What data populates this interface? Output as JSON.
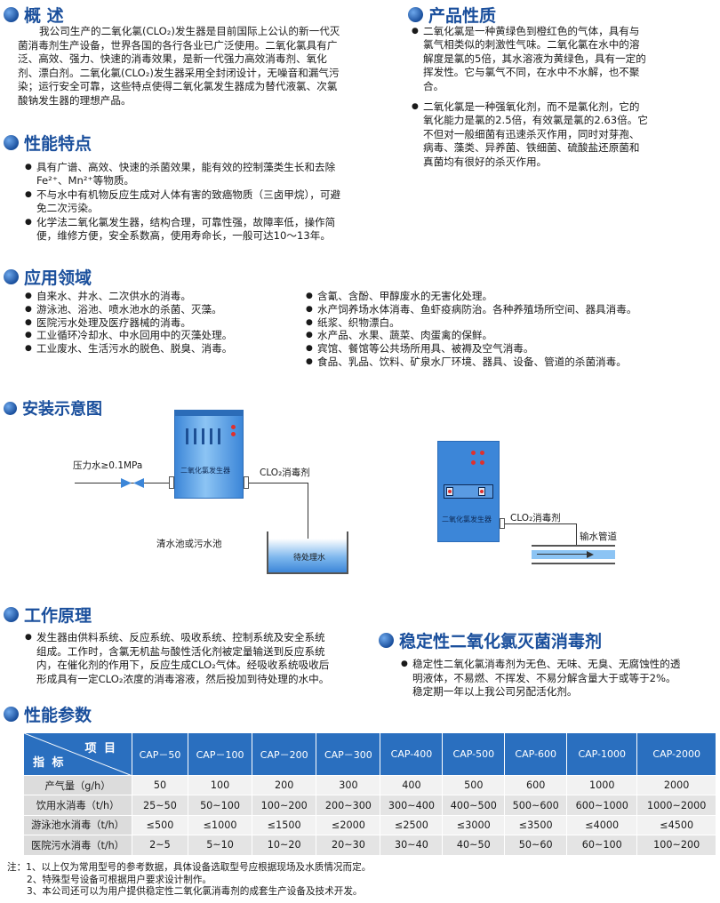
{
  "overview": {
    "title": "概 述",
    "text_lines": [
      "我公司生产的二氧化氯(CLO₂)发生器是目前国际上公认的新一代灭",
      "菌消毒剂生产设备，世界各国的各行各业已广泛使用。二氧化氯具有广",
      "泛、高效、强力、快速的消毒效果，是新一代强力高效消毒剂、氧化",
      "剂、漂白剂。二氧化氯(CLO₂)发生器采用全封闭设计，无噪音和漏气污",
      "染；运行安全可靠，这些特点使得二氧化氯发生器成为替代液氯、次氯",
      "酸钠发生器的理想产品。"
    ]
  },
  "features": {
    "title": "性能特点",
    "items": [
      [
        "具有广谱、高效、快速的杀菌效果，能有效的控制藻类生长和去除",
        "Fe²⁺、Mn²⁺等物质。"
      ],
      [
        "不与水中有机物反应生成对人体有害的致癌物质（三卤甲烷），可避",
        "免二次污染。"
      ],
      [
        "化学法二氧化氯发生器，结构合理，可靠性强，故障率低，操作简",
        "便，维修方便，安全系数高，使用寿命长，一般可达10～13年。"
      ]
    ]
  },
  "properties": {
    "title": "产品性质",
    "items": [
      [
        "二氧化氯是一种黄绿色到橙红色的气体，具有与",
        "氯气相类似的刺激性气味。二氧化氯在水中的溶",
        "解度是氯的5倍，其水溶液为黄绿色，具有一定的",
        "挥发性。它与氯气不同，在水中不水解，也不聚",
        "合。"
      ],
      [
        "二氧化氯是一种强氧化剂，而不是氯化剂，它的",
        "氧化能力是氯的2.5倍，有效氯是氯的2.63倍。它",
        "不但对一般细菌有迅速杀灭作用，同时对芽孢、",
        "病毒、藻类、异养菌、铁细菌、硫酸盐还原菌和",
        "真菌均有很好的杀灭作用。"
      ]
    ]
  },
  "applications": {
    "title": "应用领域",
    "left": [
      "自来水、井水、二次供水的消毒。",
      "游泳池、浴池、喷水池水的杀菌、灭藻。",
      "医院污水处理及医疗器械的消毒。",
      "工业循环冷却水、中水回用中的灭藻处理。",
      "工业废水、生活污水的脱色、脱臭、消毒。"
    ],
    "right": [
      "含氰、含酚、甲醇废水的无害化处理。",
      "水产饲养场水体消毒、鱼虾疫病防治。各种养殖场所空间、器具消毒。",
      "纸浆、织物漂白。",
      "水产品、水果、蔬菜、肉蛋禽的保鲜。",
      "宾馆、餐馆等公共场所用具、被褥及空气消毒。",
      "食品、乳品、饮料、矿泉水厂环境、器具、设备、管道的杀菌消毒。"
    ]
  },
  "install": {
    "title": "安装示意图",
    "pressure_label": "压力水≥0.1MPa",
    "generator_label": "二氧化氯发生器",
    "outlet_label": "CLO₂消毒剂",
    "pool_label": "清水池或污水池",
    "water_label": "待处理水",
    "generator2_label": "二氧化氯发生器",
    "outlet2_label": "CLO₂消毒剂",
    "pipe_label": "输水管道"
  },
  "principle": {
    "title": "工作原理",
    "lines": [
      "发生器由供料系统、反应系统、吸收系统、控制系统及安全系统",
      "组成。工作时，含氯无机盐与酸性活化剂被定量输送到反应系统",
      "内，在催化剂的作用下，反应生成CLO₂气体。经吸收系统吸收后",
      "形成具有一定CLO₂浓度的消毒溶液，然后投加到待处理的水中。"
    ]
  },
  "stable": {
    "title": "稳定性二氧化氯灭菌消毒剂",
    "lines": [
      "稳定性二氧化氯消毒剂为无色、无味、无臭、无腐蚀性的透",
      "明液体，不易燃、不挥发、不易分解含量大于或等于2%。",
      "稳定期一年以上我公司另配活化剂。"
    ]
  },
  "params": {
    "title": "性能参数",
    "header_item": "项 目",
    "header_index": "指 标",
    "models": [
      "CAP－50",
      "CAP－100",
      "CAP－200",
      "CAP－300",
      "CAP-400",
      "CAP-500",
      "CAP-600",
      "CAP-1000",
      "CAP-2000"
    ],
    "rows": [
      {
        "name": "产气量（g/h）",
        "values": [
          "50",
          "100",
          "200",
          "300",
          "400",
          "500",
          "600",
          "1000",
          "2000"
        ]
      },
      {
        "name": "饮用水消毒（t/h）",
        "values": [
          "25~50",
          "50~100",
          "100~200",
          "200~300",
          "300~400",
          "400~500",
          "500~600",
          "600~1000",
          "1000~2000"
        ]
      },
      {
        "name": "游泳池水消毒（t/h）",
        "values": [
          "≤500",
          "≤1000",
          "≤1500",
          "≤2000",
          "≤2500",
          "≤3000",
          "≤3500",
          "≤4000",
          "≤4500"
        ]
      },
      {
        "name": "医院污水消毒（t/h）",
        "values": [
          "2~5",
          "5~10",
          "10~20",
          "20~30",
          "30~40",
          "40~50",
          "50~60",
          "60~100",
          "100~200"
        ]
      }
    ]
  },
  "notes": [
    "注：1、以上仅为常用型号的参考数据，具体设备选取型号应根据现场及水质情况而定。",
    "2、特殊型号设备可根据用户要求设计制作。",
    "3、本公司还可以为用户提供稳定性二氧化氯消毒剂的成套生产设备及技术开发。"
  ],
  "colors": {
    "heading": "#1a4f9c",
    "table_header": "#2a6fbf",
    "tank": "#3c86d8"
  }
}
